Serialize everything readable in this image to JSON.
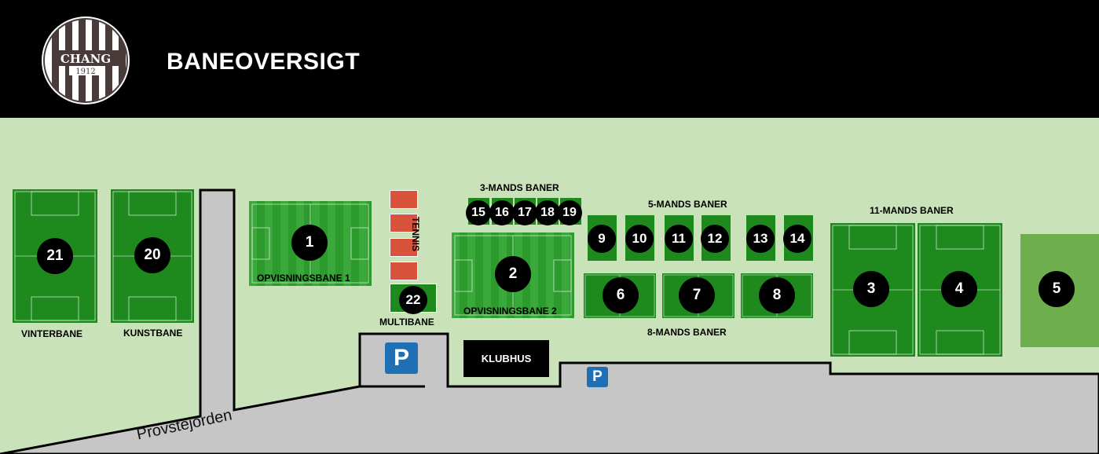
{
  "header": {
    "title": "BANEOVERSIGT",
    "logo_text": "CHANG",
    "logo_year": "1912"
  },
  "sections": {
    "three_mands": "3-MANDS BANER",
    "five_mands": "5-MANDS BANER",
    "eleven_mands": "11-MANDS BANER",
    "eight_mands": "8-MANDS BANER"
  },
  "fields": {
    "f21": {
      "number": "21",
      "label": "VINTERBANE"
    },
    "f20": {
      "number": "20",
      "label": "KUNSTBANE"
    },
    "f1": {
      "number": "1",
      "label": "OPVISNINGSBANE  1"
    },
    "f2": {
      "number": "2",
      "label": "OPVISNINGSBANE  2"
    },
    "f22": {
      "number": "22",
      "label": "MULTIBANE"
    },
    "f15": {
      "number": "15"
    },
    "f16": {
      "number": "16"
    },
    "f17": {
      "number": "17"
    },
    "f18": {
      "number": "18"
    },
    "f19": {
      "number": "19"
    },
    "f9": {
      "number": "9"
    },
    "f10": {
      "number": "10"
    },
    "f11": {
      "number": "11"
    },
    "f12": {
      "number": "12"
    },
    "f13": {
      "number": "13"
    },
    "f14": {
      "number": "14"
    },
    "f6": {
      "number": "6"
    },
    "f7": {
      "number": "7"
    },
    "f8": {
      "number": "8"
    },
    "f3": {
      "number": "3"
    },
    "f4": {
      "number": "4"
    },
    "f5": {
      "number": "5"
    }
  },
  "tennis": "TENNIS",
  "parking": {
    "p1": "P",
    "p2": "P"
  },
  "klubhus": "KLUBHUS",
  "road": "Provstejorden",
  "colors": {
    "grass": "#c9e2b9",
    "pitch_dark": "#1e8a1e",
    "pitch_light": "#2fa82f",
    "pitch_plain": "#6fae4c",
    "road": "#c6c6c6",
    "tennis": "#d9533c",
    "parking": "#1f6fb5"
  }
}
